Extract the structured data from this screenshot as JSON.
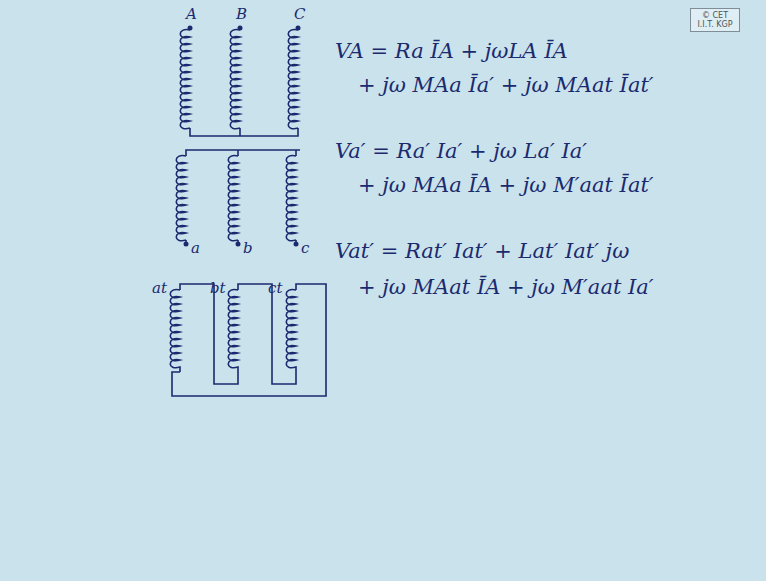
{
  "diagram": {
    "nodes": [
      {
        "text": [
          "© CET I.I.T. KGP"
        ]
      }
    ],
    "labels": [
      "A",
      "B",
      "C",
      "a",
      "b",
      "c",
      "at",
      "bt",
      "ct",
      "VA = Ra ĪA + jωLA ĪA",
      "+ jω MAa Īa′ + jω MAat Īat′",
      "Va′ = Ra′ Ia′ + jω La′ Ia′",
      "+ jω MAa ĪA + jω M′aat Īat′",
      "Vat′ = Rat′ Iat′ + Lat′ Iat′ jω",
      "+ jω MAat ĪA + jω M′aat Ia′"
    ]
  }
}
